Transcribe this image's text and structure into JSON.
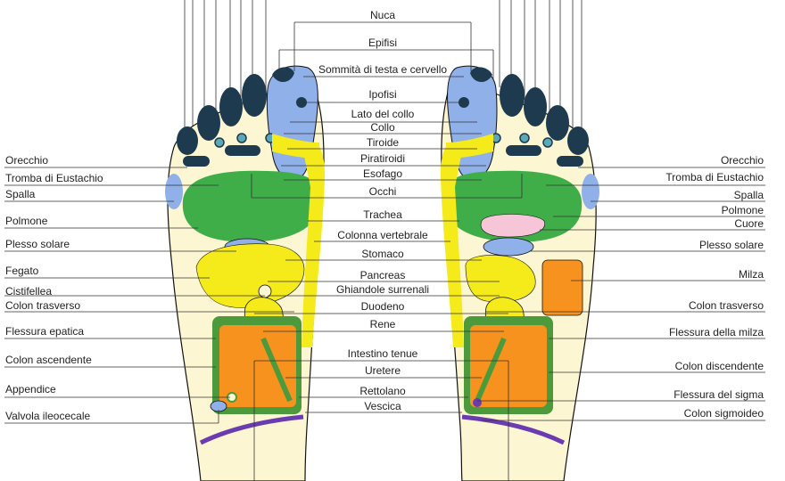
{
  "colors": {
    "skin": "#fdf6d2",
    "toe": "#1e3a4f",
    "head": "#8fb0e8",
    "lung": "#3fae49",
    "spine": "#f0e12e",
    "yellow": "#f5ea1a",
    "colon": "#f7921e",
    "colonBorder": "#4c9a3c",
    "heart": "#f6c6d8",
    "stomach": "#8fb0e8",
    "rectum": "#6a3cb0"
  },
  "labels": {
    "center": [
      "Nuca",
      "Epifisi",
      "Sommità di testa e cervello",
      "Ipofisi",
      "Lato del collo",
      "Collo",
      "Tiroide",
      "Piratiroidi",
      "Esofago",
      "Occhi",
      "Trachea",
      "Colonna vertebrale",
      "Stomaco",
      "Pancreas",
      "Ghiandole surrenali",
      "Duodeno",
      "Rene",
      "Intestino tenue",
      "Uretere",
      "Rettolano",
      "Vescica"
    ],
    "left": [
      "Orecchio",
      "Tromba di Eustachio",
      "Spalla",
      "Polmone",
      "Plesso solare",
      "Fegato",
      "Cistifellea",
      "Colon trasverso",
      "Flessura epatica",
      "Colon ascendente",
      "Appendice",
      "Valvola ileocecale"
    ],
    "right": [
      "Orecchio",
      "Tromba di Eustachio",
      "Spalla",
      "Polmone",
      "Cuore",
      "Plesso solare",
      "Milza",
      "Colon trasverso",
      "Flessura della milza",
      "Colon discendente",
      "Flessura del sigma",
      "Colon sigmoideo"
    ]
  }
}
